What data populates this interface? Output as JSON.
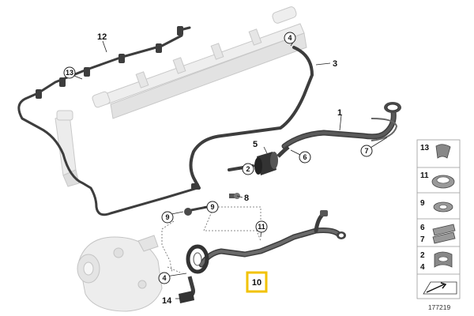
{
  "callouts": {
    "c1": "1",
    "c2": "2",
    "c3": "3",
    "c4a": "4",
    "c4b": "4",
    "c5": "5",
    "c6": "6",
    "c7": "7",
    "c8": "8",
    "c9a": "9",
    "c9b": "9",
    "c10": "10",
    "c11": "11",
    "c12": "12",
    "c13": "13",
    "c14": "14"
  },
  "sidebar": {
    "items": [
      "13",
      "11",
      "9",
      "6",
      "7",
      "2",
      "4"
    ]
  },
  "diagram_id": "177219",
  "colors": {
    "hose": "#3d3d3d",
    "ghost": "#d9d9d9",
    "highlight": "#f2c200"
  }
}
